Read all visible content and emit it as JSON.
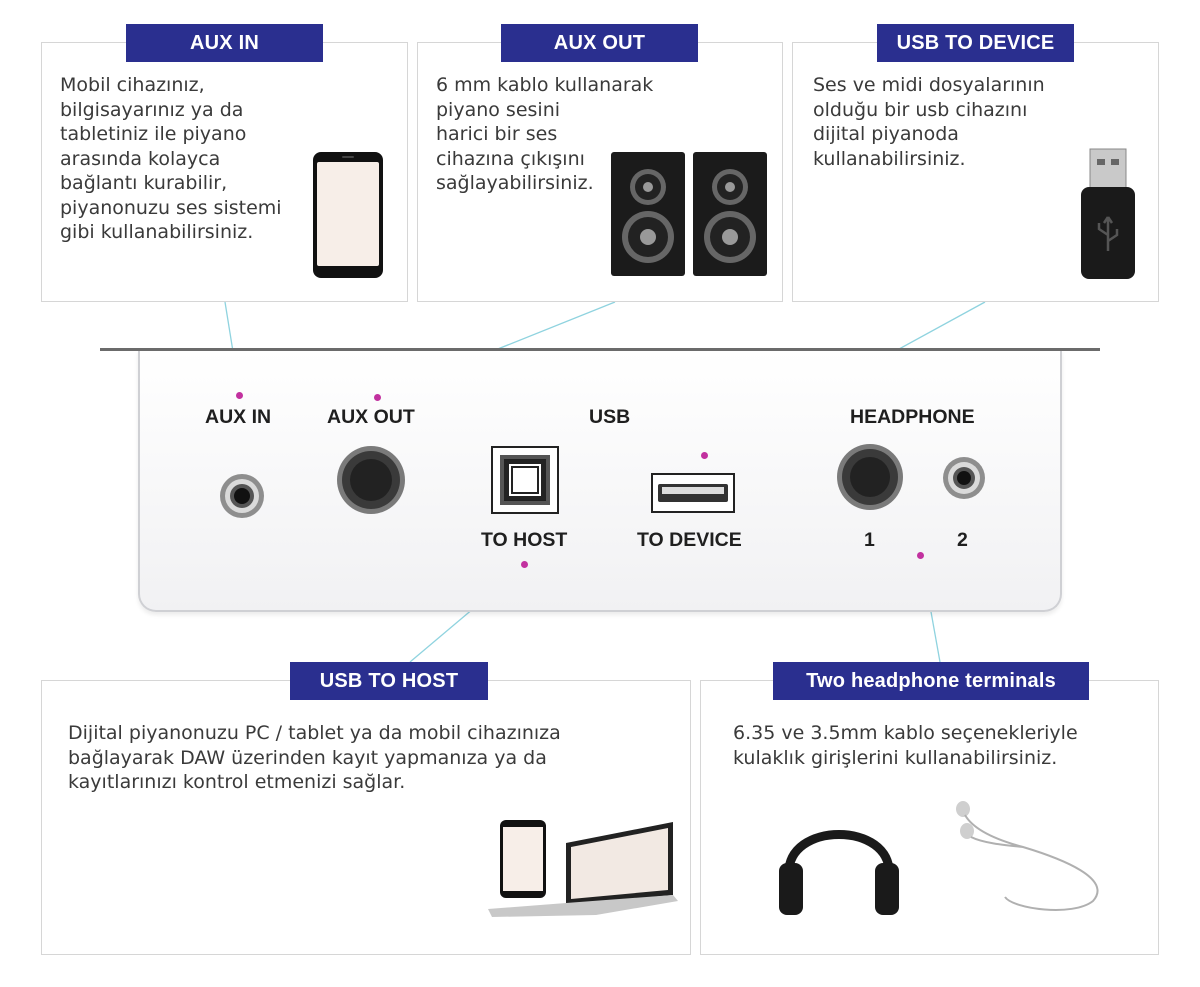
{
  "colors": {
    "tag_bg": "#2a2f8f",
    "connector": "#8fd3df",
    "dot": "#c2319f"
  },
  "aux_in": {
    "title": "AUX IN",
    "lines": [
      "Mobil cihazınız,",
      "bilgisayarınız ya da",
      "tabletiniz ile piyano",
      "arasında kolayca",
      "bağlantı kurabilir,",
      "piyanonuzu ses sistemi",
      "gibi kullanabilirsiniz."
    ],
    "icon": "smartphone-icon"
  },
  "aux_out": {
    "title": "AUX OUT",
    "lines": [
      "6 mm kablo kullanarak",
      "piyano sesini",
      "harici bir ses",
      "cihazına çıkışını",
      "sağlayabilirsiniz."
    ],
    "icon": "speakers-icon"
  },
  "usb_to_device": {
    "title": "USB TO DEVICE",
    "lines": [
      "Ses ve midi dosyalarının",
      "olduğu bir usb cihazını",
      "dijital piyanoda",
      "kullanabilirsiniz."
    ],
    "icon": "usb-stick-icon"
  },
  "usb_to_host": {
    "title": "USB TO HOST",
    "lines": [
      "Dijital piyanonuzu PC / tablet ya da mobil cihazınıza",
      "bağlayarak DAW üzerinden kayıt yapmanıza ya da",
      "kayıtlarınızı kontrol etmenizi sağlar."
    ],
    "icon": "laptop-phone-icon"
  },
  "headphones": {
    "title": "Two headphone terminals",
    "lines": [
      "6.35 ve 3.5mm kablo seçenekleriyle",
      "kulaklık girişlerini kullanabilirsiniz."
    ],
    "icon": "headphones-icon"
  },
  "panel": {
    "aux_in": "AUX IN",
    "aux_out": "AUX OUT",
    "usb": "USB",
    "headphone": "HEADPHONE",
    "to_host": "TO HOST",
    "to_device": "TO DEVICE",
    "hp1": "1",
    "hp2": "2"
  }
}
